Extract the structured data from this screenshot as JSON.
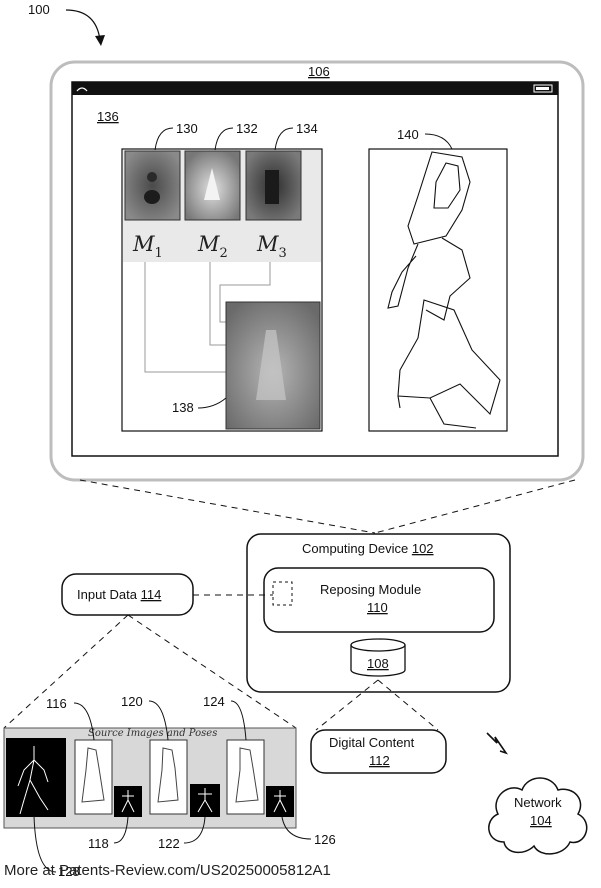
{
  "figure_ref": "100",
  "device": {
    "ref": "106",
    "panel_ref": "136",
    "masks": [
      {
        "ref": "130",
        "symbol": "M",
        "sub": "1"
      },
      {
        "ref": "132",
        "symbol": "M",
        "sub": "2"
      },
      {
        "ref": "134",
        "symbol": "M",
        "sub": "3"
      }
    ],
    "combined_ref": "138",
    "output_ref": "140"
  },
  "computing_device": {
    "label": "Computing Device",
    "ref": "102"
  },
  "reposing_module": {
    "label": "Reposing Module",
    "ref": "110"
  },
  "storage_ref": "108",
  "input_data": {
    "label": "Input Data",
    "ref": "114"
  },
  "digital_content": {
    "label": "Digital Content",
    "ref": "112"
  },
  "network": {
    "label": "Network",
    "ref": "104"
  },
  "source_strip": {
    "caption": "Source Images and Poses",
    "refs_top": [
      "116",
      "120",
      "124"
    ],
    "refs_bottom": [
      "118",
      "122",
      "126"
    ],
    "ref_left": "128"
  },
  "footer": "More at Patents-Review.com/US20250005812A1"
}
